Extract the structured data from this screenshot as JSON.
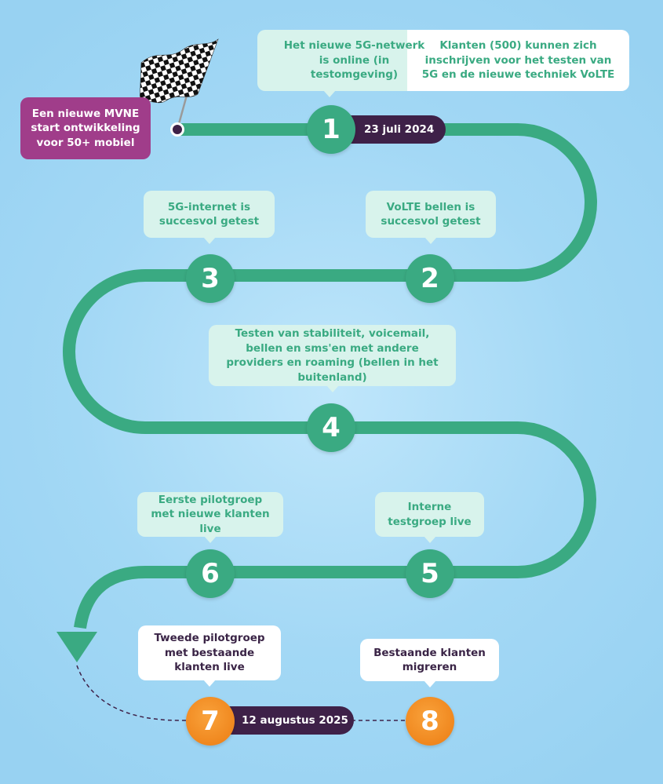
{
  "intro": {
    "label": "Een nieuwe MVNE start ontwikkeling voor 50+ mobiel"
  },
  "steps": [
    {
      "number": "1",
      "date": "23 juli 2024",
      "label_left": "Het nieuwe 5G-netwerk is online (in testomgeving)",
      "label_right": "Klanten (500) kunnen zich inschrijven voor het testen van 5G en de nieuwe techniek VoLTE"
    },
    {
      "number": "2",
      "label": "VoLTE bellen is succesvol getest"
    },
    {
      "number": "3",
      "label": "5G-internet is succesvol getest"
    },
    {
      "number": "4",
      "label": "Testen van stabiliteit, voicemail, bellen en sms'en met andere providers en roaming (bellen in het buitenland)"
    },
    {
      "number": "5",
      "label": "Interne testgroep live"
    },
    {
      "number": "6",
      "label": "Eerste pilotgroep met nieuwe klanten live"
    },
    {
      "number": "7",
      "date": "12 augustus 2025",
      "label": "Tweede pilotgroep met bestaande klanten live"
    },
    {
      "number": "8",
      "label": "Bestaande klanten migreren"
    }
  ],
  "colors": {
    "road": "#3aaa82",
    "mint_box": "#d8f3ec",
    "purple_box": "#a03d8a",
    "date_pill": "#3e2148",
    "future_step": "#f28a1c",
    "background": "#a3d8f5"
  },
  "icons": {
    "start": "checkered-flag-icon",
    "end": "arrow-down-icon"
  }
}
